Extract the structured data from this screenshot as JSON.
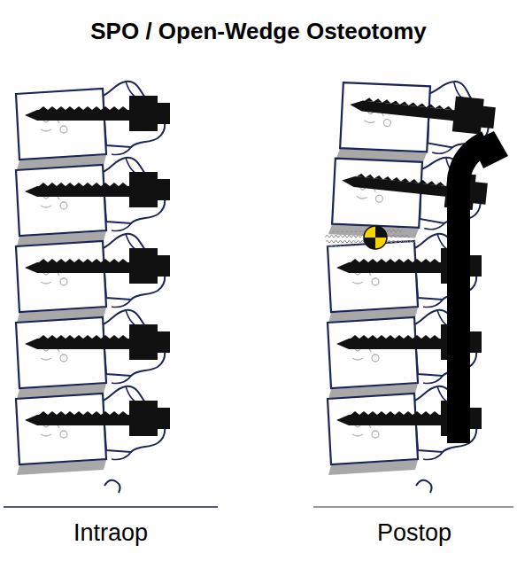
{
  "diagram": {
    "title": "SPO / Open-Wedge Osteotomy",
    "labels": [
      "Intraop",
      "Postop"
    ]
  }
}
